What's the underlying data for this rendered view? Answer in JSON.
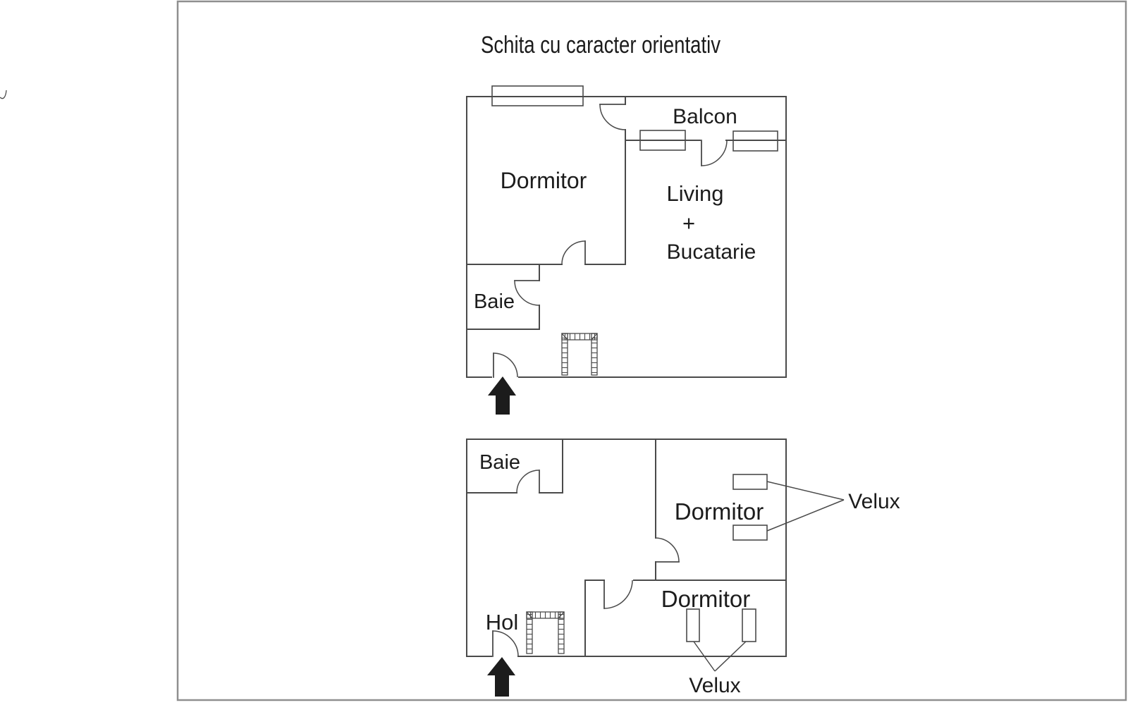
{
  "title": "Schita cu caracter orientativ",
  "colors": {
    "background": "#ffffff",
    "border": "#8f8f8f",
    "wall": "#4a4a4a",
    "ink": "#1c1c1c",
    "arrow": "#1c1c1c"
  },
  "upper_floor": {
    "rooms": {
      "dormitor": "Dormitor",
      "balcon": "Balcon",
      "living_line1": "Living",
      "living_line2": "+",
      "living_line3": "Bucatarie",
      "baie": "Baie"
    }
  },
  "lower_floor": {
    "rooms": {
      "baie": "Baie",
      "dormitor_top": "Dormitor",
      "dormitor_bottom": "Dormitor",
      "hol": "Hol"
    },
    "annotations": {
      "velux_top": "Velux",
      "velux_bottom": "Velux"
    }
  }
}
